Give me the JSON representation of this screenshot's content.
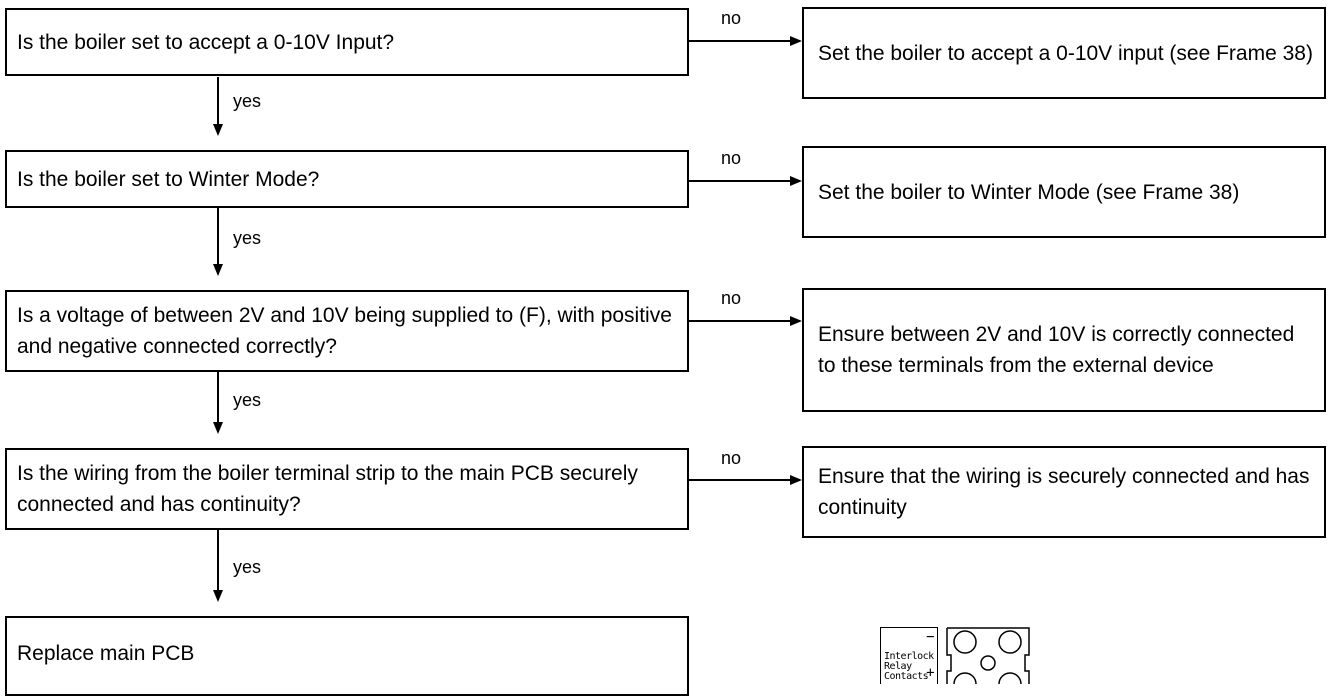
{
  "steps": [
    {
      "question": "Is the boiler set to accept a 0-10V Input?",
      "no_label": "no",
      "action": "Set the boiler to accept a 0-10V input (see Frame 38)",
      "yes_label": "yes"
    },
    {
      "question": "Is the boiler set to Winter Mode?",
      "no_label": "no",
      "action": "Set the boiler to Winter Mode (see Frame 38)",
      "yes_label": "yes"
    },
    {
      "question": "Is a voltage of between 2V and 10V being supplied to (F), with positive and negative connected correctly?",
      "no_label": "no",
      "action": "Ensure between 2V and 10V is correctly connected to these terminals from the external device",
      "yes_label": "yes"
    },
    {
      "question": "Is the wiring from the boiler terminal strip to the main PCB securely connected and has continuity?",
      "no_label": "no",
      "action": "Ensure that the wiring is securely connected and has continuity",
      "yes_label": "yes"
    }
  ],
  "final_step": "Replace main PCB",
  "terminal_diagram": {
    "label": "Interlock Relay Contacts",
    "minus": "−",
    "plus": "+"
  }
}
